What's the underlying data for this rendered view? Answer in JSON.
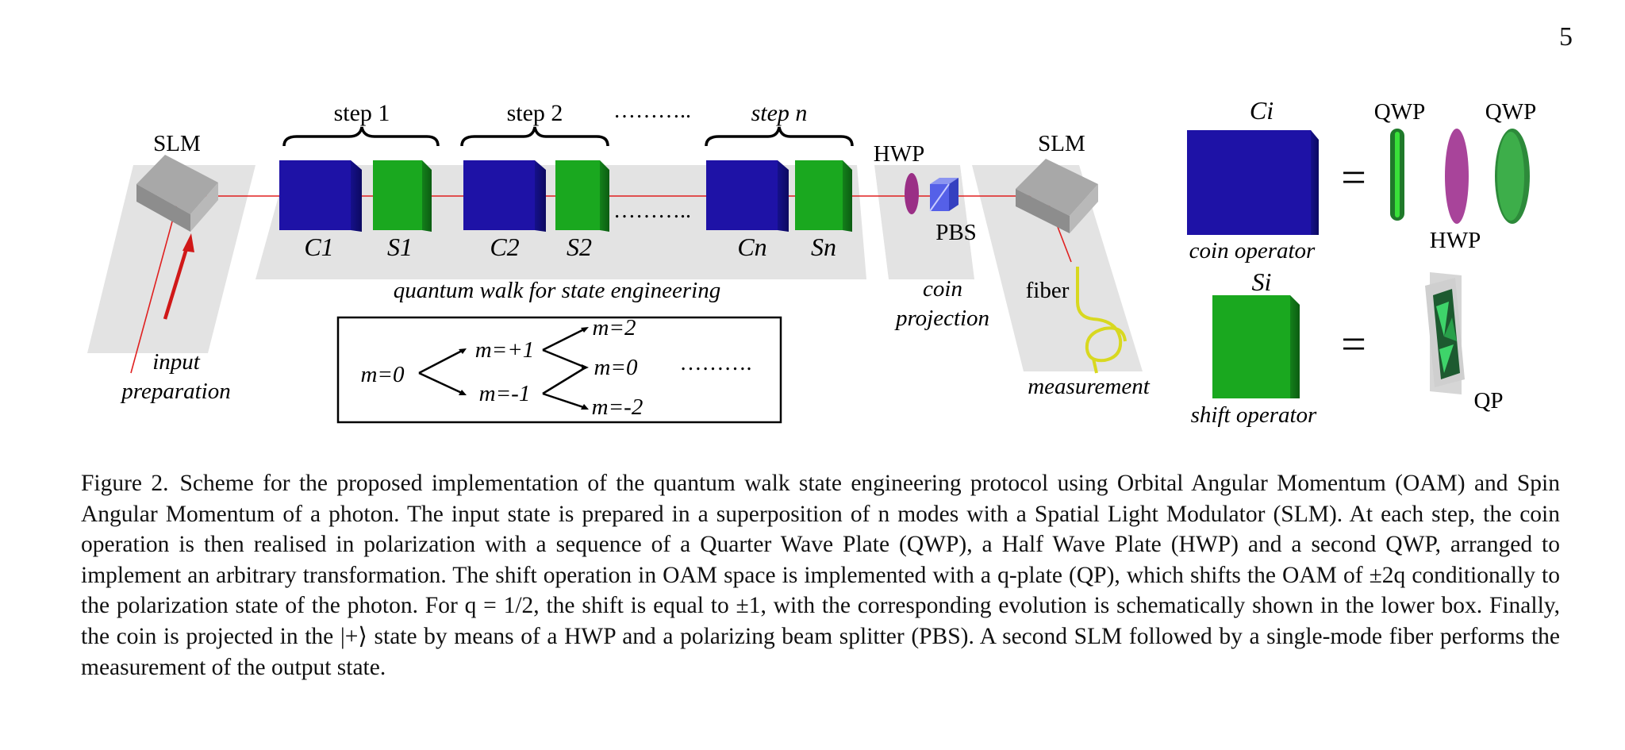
{
  "page_number": "5",
  "figure": {
    "steps": [
      "step 1",
      "step 2",
      "step n"
    ],
    "step_ellipsis": "………..",
    "slm_left": "SLM",
    "slm_right": "SLM",
    "input_label_1": "input",
    "input_label_2": "preparation",
    "coin_labels": [
      "C1",
      "C2",
      "Cn"
    ],
    "shift_labels": [
      "S1",
      "S2",
      "Sn"
    ],
    "mid_ellipsis": "………..",
    "walk_label": "quantum walk for state engineering",
    "hwp_label": "HWP",
    "pbs_label": "PBS",
    "coin_proj_1": "coin",
    "coin_proj_2": "projection",
    "fiber_label": "fiber",
    "measurement_label": "measurement",
    "tree": {
      "m0": "m=0",
      "mp1": "m=+1",
      "mm1": "m=-1",
      "mp2": "m=2",
      "m0b": "m=0",
      "mm2": "m=-2",
      "ellipsis": "………."
    },
    "legend": {
      "ci_label": "Ci",
      "coin_operator": "coin operator",
      "si_label": "Si",
      "shift_operator": "shift operator",
      "qwp1": "QWP",
      "qwp2": "QWP",
      "hwp": "HWP",
      "qp": "QP",
      "equals": "="
    },
    "colors": {
      "coin_blue": "#1e12a6",
      "shift_green": "#1aa81f",
      "beam": "#e02020",
      "hwp_magenta": "#9a2f86",
      "fiber_yellow": "#d8d820"
    }
  },
  "caption": {
    "label": "Figure 2.",
    "text": "Scheme for the proposed implementation of the quantum walk state engineering protocol using Orbital Angular Momentum (OAM) and Spin Angular Momentum of a photon. The input state is prepared in a superposition of n modes with a Spatial Light Modulator (SLM). At each step, the coin operation is then realised in polarization with a sequence of a Quarter Wave Plate (QWP), a Half Wave Plate (HWP) and a second QWP, arranged to implement an arbitrary transformation. The shift operation in OAM space is implemented with a q-plate (QP), which shifts the OAM of ±2q conditionally to the polarization state of the photon. For q = 1/2, the shift is equal to ±1, with the corresponding evolution is schematically shown in the lower box. Finally, the coin is projected in the |+⟩ state by means of a HWP and a polarizing beam splitter (PBS). A second SLM followed by a single-mode fiber performs the measurement of the output state."
  }
}
